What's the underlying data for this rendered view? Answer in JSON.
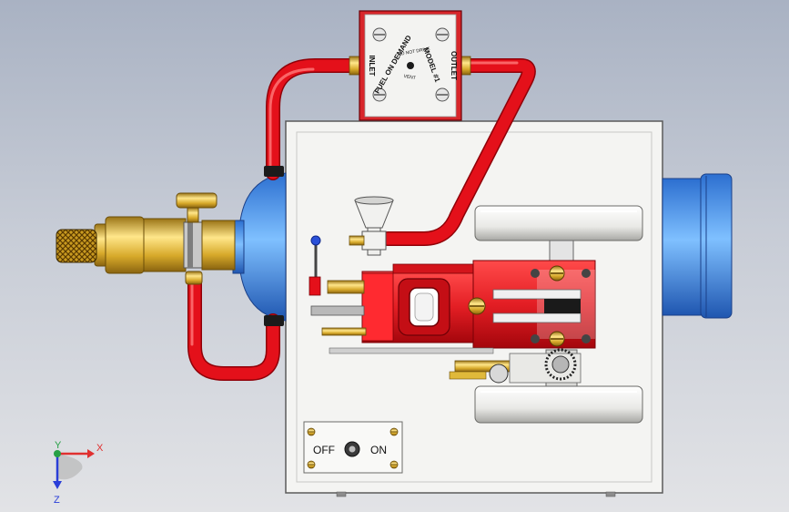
{
  "viewport": {
    "title": "",
    "background_top": "#a9b2c3",
    "background_bottom": "#e2e3e6"
  },
  "regulator": {
    "inlet_label": "INLET",
    "outlet_label": "OUTLET",
    "title_line_1": "FUEL ON DEMAND",
    "title_line_2": "MODEL #1",
    "warning_line_1": "DO NOT DRIVE",
    "warning_line_2": "VENT",
    "body_color": "#d8262a",
    "face_color": "#f3f3f1"
  },
  "switch_plate": {
    "off_label": "OFF",
    "on_label": "ON"
  },
  "triad": {
    "x_label": "X",
    "y_label": "Y",
    "z_label": "Z",
    "x_color": "#e03030",
    "y_color": "#27a045",
    "z_color": "#2a3ed8"
  },
  "colors": {
    "pipe": "#e4101a",
    "tank_blue": "#3b8ee8",
    "brass": "#e0b93a",
    "engine_red": "#e31e24",
    "panel": "#f4f4f2"
  }
}
